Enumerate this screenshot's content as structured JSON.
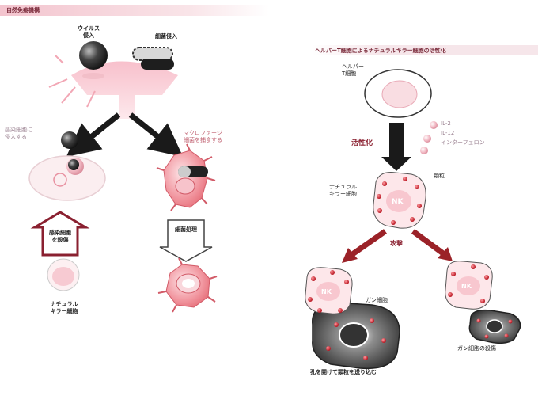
{
  "left_panel": {
    "title": "自然免疫機構",
    "virus_label": "ウイルス\n侵入",
    "bacteria_label": "細菌侵入",
    "infected_cell_label": "感染細胞に\n侵入する",
    "macrophage_label": "マクロファージ\n細菌を捕食する",
    "kill_infected_label": "感染細胞\nを殺傷",
    "bacteria_processing_label": "細菌処理",
    "nk_cell_label": "ナチュラル\nキラー細胞"
  },
  "right_panel": {
    "title": "ヘルパーT細胞によるナチュラルキラー細胞の活性化",
    "helper_t_label": "ヘルパー\nT細胞",
    "cytokines": [
      "IL-2",
      "IL-12",
      "インターフェロン"
    ],
    "activation_label": "活性化",
    "granule_label": "顆粒",
    "nk_label": "ナチュラル\nキラー細胞",
    "nk_text": "NK",
    "attack_label": "攻撃",
    "cancer_cell_label": "ガン細胞",
    "cancer_kill_label": "ガン細胞の殺傷",
    "perforin_caption": "孔を開けて顆粒を送り込む"
  },
  "colors": {
    "pink_cell": "#f7c9d2",
    "red_arrow": "#9b2228",
    "black_arrow": "#1a1a1a",
    "granule_red": "#d3303a"
  }
}
